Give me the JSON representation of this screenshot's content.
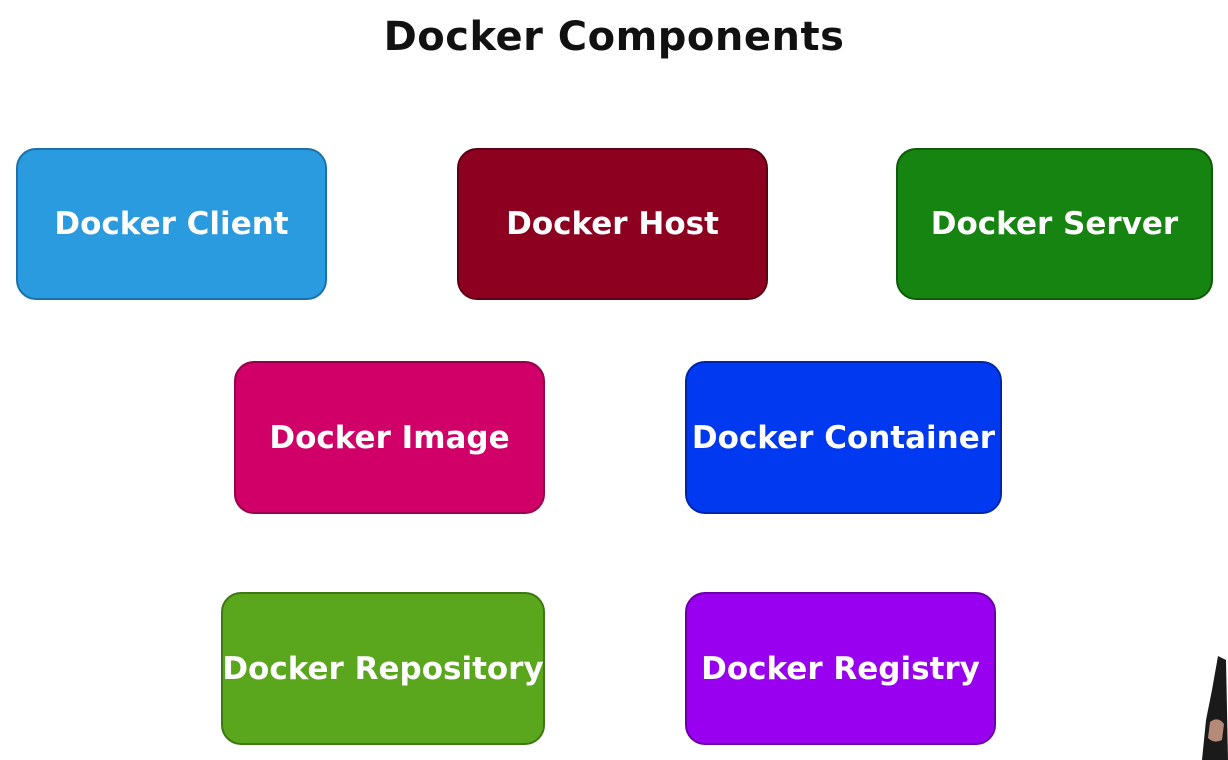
{
  "title": "Docker Components",
  "components": {
    "client": {
      "label": "Docker Client",
      "color": "#2b9be0"
    },
    "host": {
      "label": "Docker Host",
      "color": "#8e0020"
    },
    "server": {
      "label": "Docker Server",
      "color": "#168410"
    },
    "image": {
      "label": "Docker Image",
      "color": "#d00068"
    },
    "container": {
      "label": "Docker Container",
      "color": "#0039f0"
    },
    "repository": {
      "label": "Docker Repository",
      "color": "#5aa71d"
    },
    "registry": {
      "label": "Docker Registry",
      "color": "#9a00f0"
    }
  }
}
